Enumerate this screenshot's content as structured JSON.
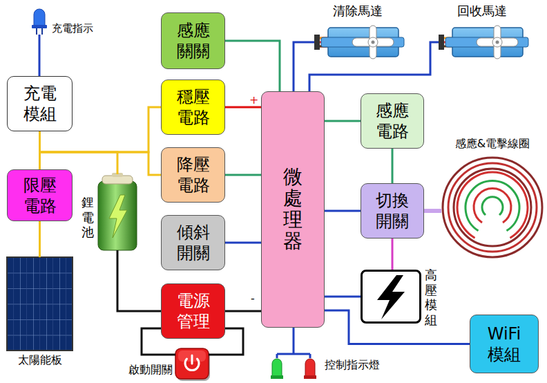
{
  "diagram": {
    "nodes": [
      {
        "text": [
          "充電指示"
        ]
      },
      {
        "text": [
          "清除馬達"
        ]
      },
      {
        "text": [
          "回收馬達"
        ]
      },
      {
        "text": [
          "感應關關"
        ]
      },
      {
        "text": [
          "充電模組"
        ]
      },
      {
        "text": [
          "穩壓電路"
        ]
      },
      {
        "text": [
          "微處理器"
        ]
      },
      {
        "text": [
          "感應電路"
        ]
      },
      {
        "text": [
          "限壓電路"
        ]
      },
      {
        "text": [
          "鋰電池"
        ]
      },
      {
        "text": [
          "降壓電路"
        ]
      },
      {
        "text": [
          "感應&電擊線圈"
        ]
      },
      {
        "text": [
          "切換開關"
        ]
      },
      {
        "text": [
          "傾斜開關"
        ]
      },
      {
        "text": [
          "高壓模組"
        ]
      },
      {
        "text": [
          "電源管理"
        ]
      },
      {
        "text": [
          "太陽能板"
        ]
      },
      {
        "text": [
          "啟動開關"
        ]
      },
      {
        "text": [
          "控制指示燈"
        ]
      },
      {
        "text": [
          "WiFi 模組"
        ]
      }
    ],
    "edges": [
      {
        "from": 0,
        "to": 4,
        "arrow": "none"
      },
      {
        "from": 4,
        "to": 8,
        "arrow": "none"
      },
      {
        "from": 8,
        "to": 16,
        "arrow": "none"
      },
      {
        "from": 4,
        "to": 9,
        "arrow": "none"
      },
      {
        "from": 4,
        "to": 5,
        "arrow": "none"
      },
      {
        "from": 4,
        "to": 10,
        "arrow": "none"
      },
      {
        "from": 3,
        "to": 6,
        "arrow": "none"
      },
      {
        "from": 5,
        "to": 6,
        "arrow": "none"
      },
      {
        "from": 10,
        "to": 6,
        "arrow": "none"
      },
      {
        "from": 13,
        "to": 6,
        "arrow": "none"
      },
      {
        "from": 15,
        "to": 6,
        "arrow": "none"
      },
      {
        "from": 9,
        "to": 15,
        "arrow": "none"
      },
      {
        "from": 15,
        "to": 17,
        "arrow": "none"
      },
      {
        "from": 15,
        "to": 17,
        "arrow": "none"
      },
      {
        "from": 6,
        "to": 1,
        "arrow": "none"
      },
      {
        "from": 6,
        "to": 2,
        "arrow": "none"
      },
      {
        "from": 6,
        "to": 7,
        "arrow": "none"
      },
      {
        "from": 7,
        "to": 12,
        "arrow": "none"
      },
      {
        "from": 6,
        "to": 12,
        "arrow": "none"
      },
      {
        "from": 12,
        "to": 11,
        "arrow": "none"
      },
      {
        "from": 12,
        "to": 14,
        "arrow": "none"
      },
      {
        "from": 6,
        "to": 14,
        "arrow": "none"
      },
      {
        "from": 6,
        "to": 19,
        "arrow": "none"
      },
      {
        "from": 6,
        "to": 18,
        "arrow": "none"
      }
    ],
    "labels": [
      "+",
      "-"
    ]
  }
}
